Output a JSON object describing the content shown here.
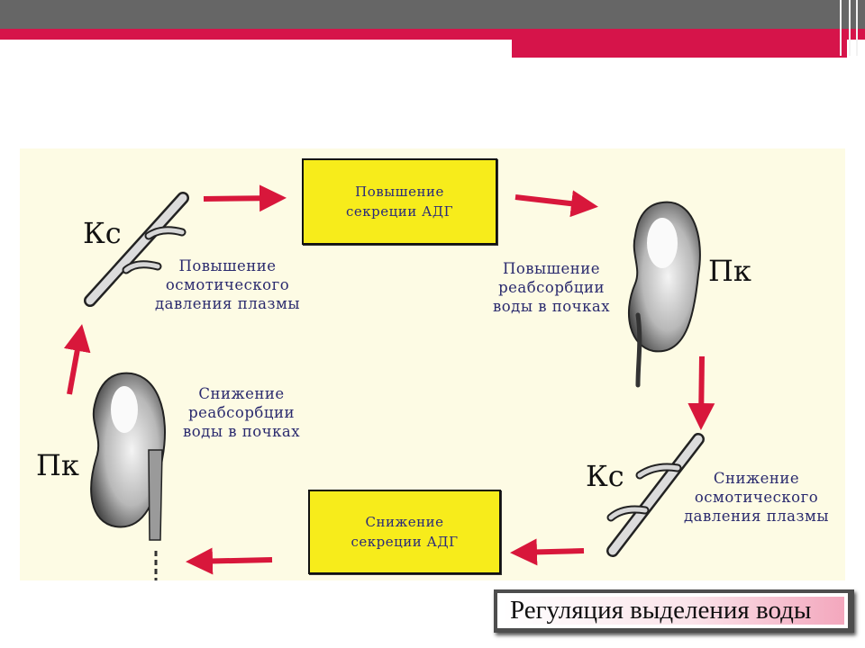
{
  "slide": {
    "title": "Регуляция выделения воды"
  },
  "boxes": {
    "top": [
      "Повышение",
      "секреции АДГ"
    ],
    "bottom": [
      "Снижение",
      "секреции АДГ"
    ]
  },
  "labels": {
    "top_left": [
      "Повышение",
      "осмотического",
      "давления плазмы"
    ],
    "right": [
      "Повышение",
      "реабсорбции",
      "воды в почках"
    ],
    "left": [
      "Снижение",
      "реабсорбции",
      "воды в почках"
    ],
    "bottom_right": [
      "Снижение",
      "осмотического",
      "давления плазмы"
    ]
  },
  "tags": {
    "kc_top": "Кс",
    "pk_right": "Пк",
    "pk_left": "Пк",
    "kc_bottom": "Кс"
  },
  "colors": {
    "arrow": "#d8173b",
    "box_fill": "#f7ec1b",
    "panel_bg": "#fdfbe4",
    "accent_red": "#d6144a"
  }
}
